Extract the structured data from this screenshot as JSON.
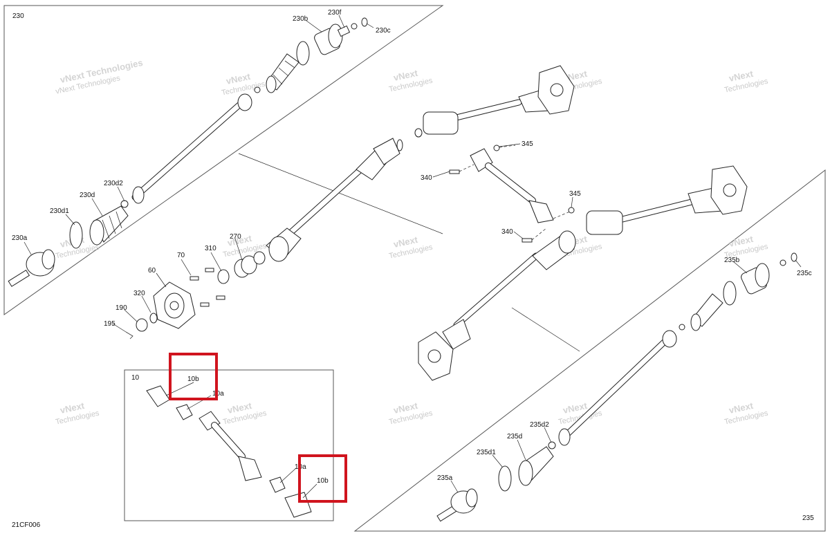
{
  "diagram": {
    "code": "21CF006",
    "group_labels": {
      "upper_left": "230",
      "lower_right": "235",
      "inset": "10"
    },
    "callouts": {
      "c230b": "230b",
      "c230f": "230f",
      "c230c": "230c",
      "c230d2": "230d2",
      "c230d": "230d",
      "c230d1": "230d1",
      "c230a": "230a",
      "c70": "70",
      "c310": "310",
      "c270": "270",
      "c60": "60",
      "c320": "320",
      "c190": "190",
      "c195": "195",
      "c345a": "345",
      "c340a": "340",
      "c345b": "345",
      "c340b": "340",
      "c235b": "235b",
      "c235c": "235c",
      "c235d2": "235d2",
      "c235d": "235d",
      "c235d1": "235d1",
      "c235a": "235a",
      "c10b_top": "10b",
      "c10a_top": "10a",
      "c10a_bot": "10a",
      "c10b_bot": "10b"
    },
    "watermark": {
      "line1": "vNext Technologies",
      "line2": "vNext Technologies"
    },
    "highlight_color": "#d0141e"
  }
}
